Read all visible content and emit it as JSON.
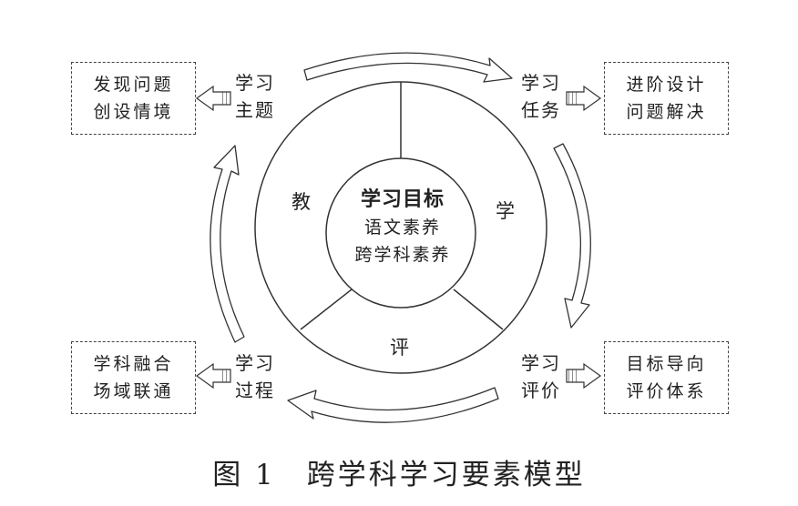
{
  "top_cutoff_text": "— — — — — — — — — — — — — — — — — — — — — — — — — —",
  "center": {
    "title": "学习目标",
    "line1": "语文素养",
    "line2": "跨学科素养"
  },
  "ring_segments": {
    "teach": "教",
    "learn": "学",
    "evaluate": "评"
  },
  "stages": {
    "theme": {
      "line1": "学习",
      "line2": "主题"
    },
    "task": {
      "line1": "学习",
      "line2": "任务"
    },
    "assessment": {
      "line1": "学习",
      "line2": "评价"
    },
    "process": {
      "line1": "学习",
      "line2": "过程"
    }
  },
  "boxes": {
    "top_left": {
      "line1": "发现问题",
      "line2": "创设情境"
    },
    "top_right": {
      "line1": "进阶设计",
      "line2": "问题解决"
    },
    "bottom_right": {
      "line1": "目标导向",
      "line2": "评价体系"
    },
    "bottom_left": {
      "line1": "学科融合",
      "line2": "场域联通"
    }
  },
  "caption": {
    "number": "图 1",
    "title": "跨学科学习要素模型"
  }
}
